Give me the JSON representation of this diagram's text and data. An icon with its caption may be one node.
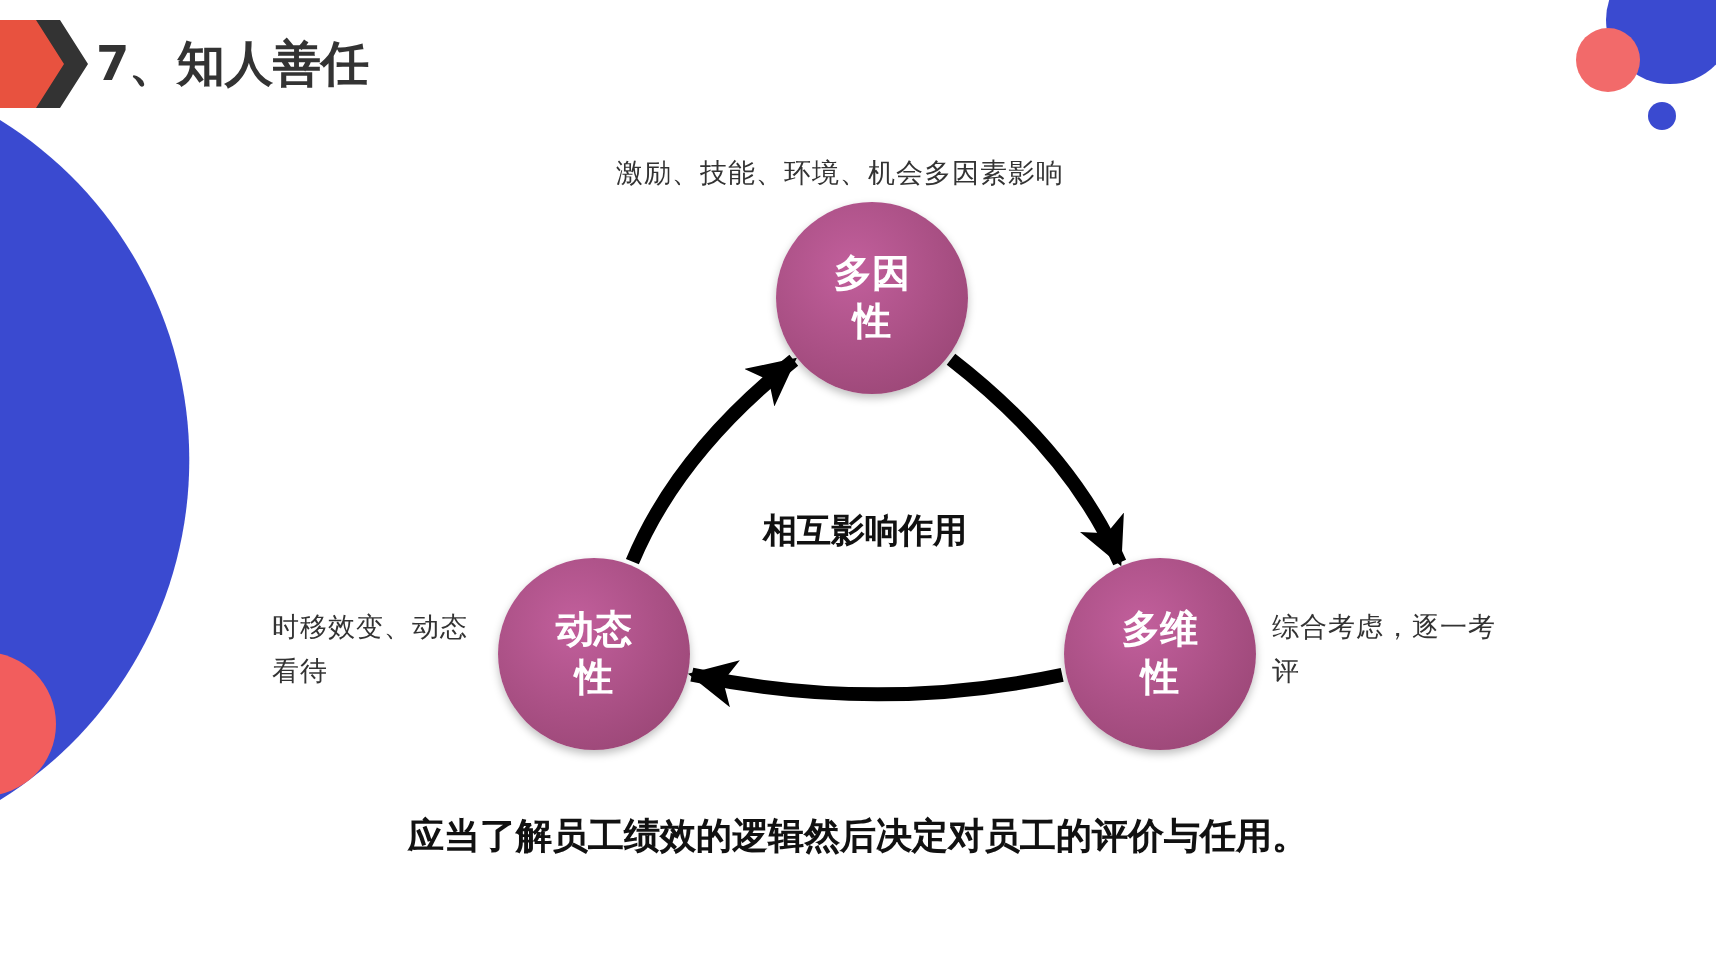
{
  "diagram": {
    "title": "7、知人善任",
    "nodes": [
      {
        "text": [
          "多因性"
        ],
        "beside": [
          "激励、技能、环境、机会多因素影响"
        ]
      },
      {
        "text": [
          "多维性"
        ],
        "beside": [
          "综合考虑，逐一考评"
        ]
      },
      {
        "text": [
          "动态性"
        ],
        "beside": [
          "时移效变、动态看待"
        ]
      }
    ],
    "edges": [
      {
        "from": 0,
        "to": 1,
        "arrow": "to"
      },
      {
        "from": 1,
        "to": 2,
        "arrow": "to"
      },
      {
        "from": 2,
        "to": 0,
        "arrow": "to"
      }
    ],
    "labels": [
      "相互影响作用"
    ],
    "caption": "应当了解员工绩效的逻辑然后决定对员工的评价与任用。"
  }
}
